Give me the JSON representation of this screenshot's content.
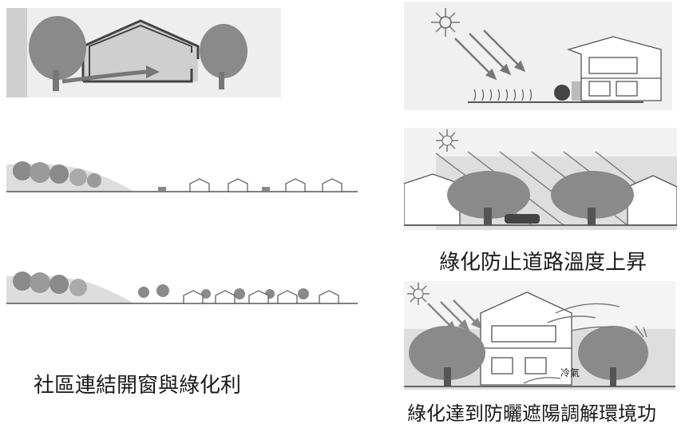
{
  "captions": {
    "left_bottom": "社區連結開窗與綠化利",
    "right_middle": "綠化防止道路溫度上昇",
    "right_bottom": "綠化達到防曬遮陽調解環境功"
  },
  "labels": {
    "cool_air": "冷氣"
  },
  "colors": {
    "tree": "#888888",
    "shade": "#dcdcdc",
    "line": "#555555",
    "ground": "#e6e6e6"
  }
}
